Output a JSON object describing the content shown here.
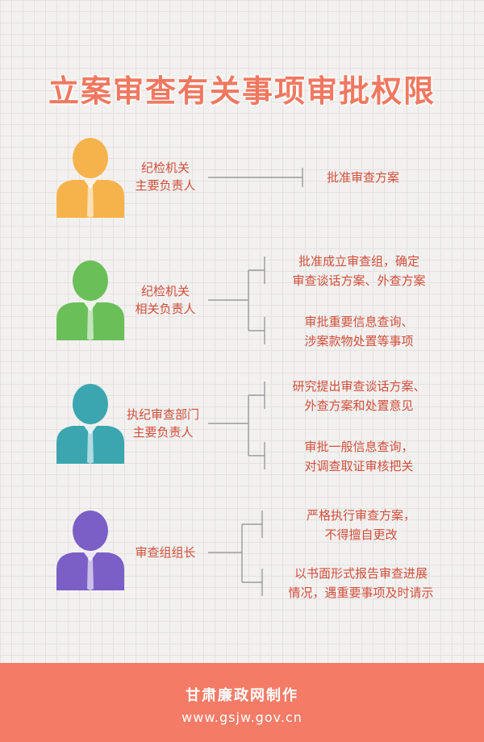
{
  "title": "立案审查有关事项审批权限",
  "groups": [
    {
      "role_lines": [
        "纪检机关",
        "主要负责人"
      ],
      "color": "#f7b34b",
      "items": [
        {
          "lines": [
            "批准审查方案"
          ]
        }
      ]
    },
    {
      "role_lines": [
        "纪检机关",
        "相关负责人"
      ],
      "color": "#6abf58",
      "items": [
        {
          "lines": [
            "批准成立审查组，确定",
            "审查谈话方案、外查方案"
          ]
        },
        {
          "lines": [
            "审批重要信息查询、",
            "涉案款物处置等事项"
          ]
        }
      ]
    },
    {
      "role_lines": [
        "执纪审查部门",
        "主要负责人"
      ],
      "color": "#3ba6b0",
      "items": [
        {
          "lines": [
            "研究提出审查谈话方案、",
            "外查方案和处置意见"
          ]
        },
        {
          "lines": [
            "审批一般信息查询，",
            "对调查取证审核把关"
          ]
        }
      ]
    },
    {
      "role_lines": [
        "审查组组长"
      ],
      "color": "#7b5fc6",
      "items": [
        {
          "lines": [
            "严格执行审查方案，",
            "不得擅自更改"
          ]
        },
        {
          "lines": [
            "以书面形式报告审查进展",
            "情况，遇重要事项及时请示"
          ]
        }
      ]
    }
  ],
  "footer": {
    "org": "甘肃廉政网制作",
    "url": "www.gsjw.gov.cn"
  },
  "colors": {
    "accent": "#f07860",
    "text": "#d04f3b",
    "footer_bg": "#f47c67",
    "line": "#9a9a9a"
  }
}
